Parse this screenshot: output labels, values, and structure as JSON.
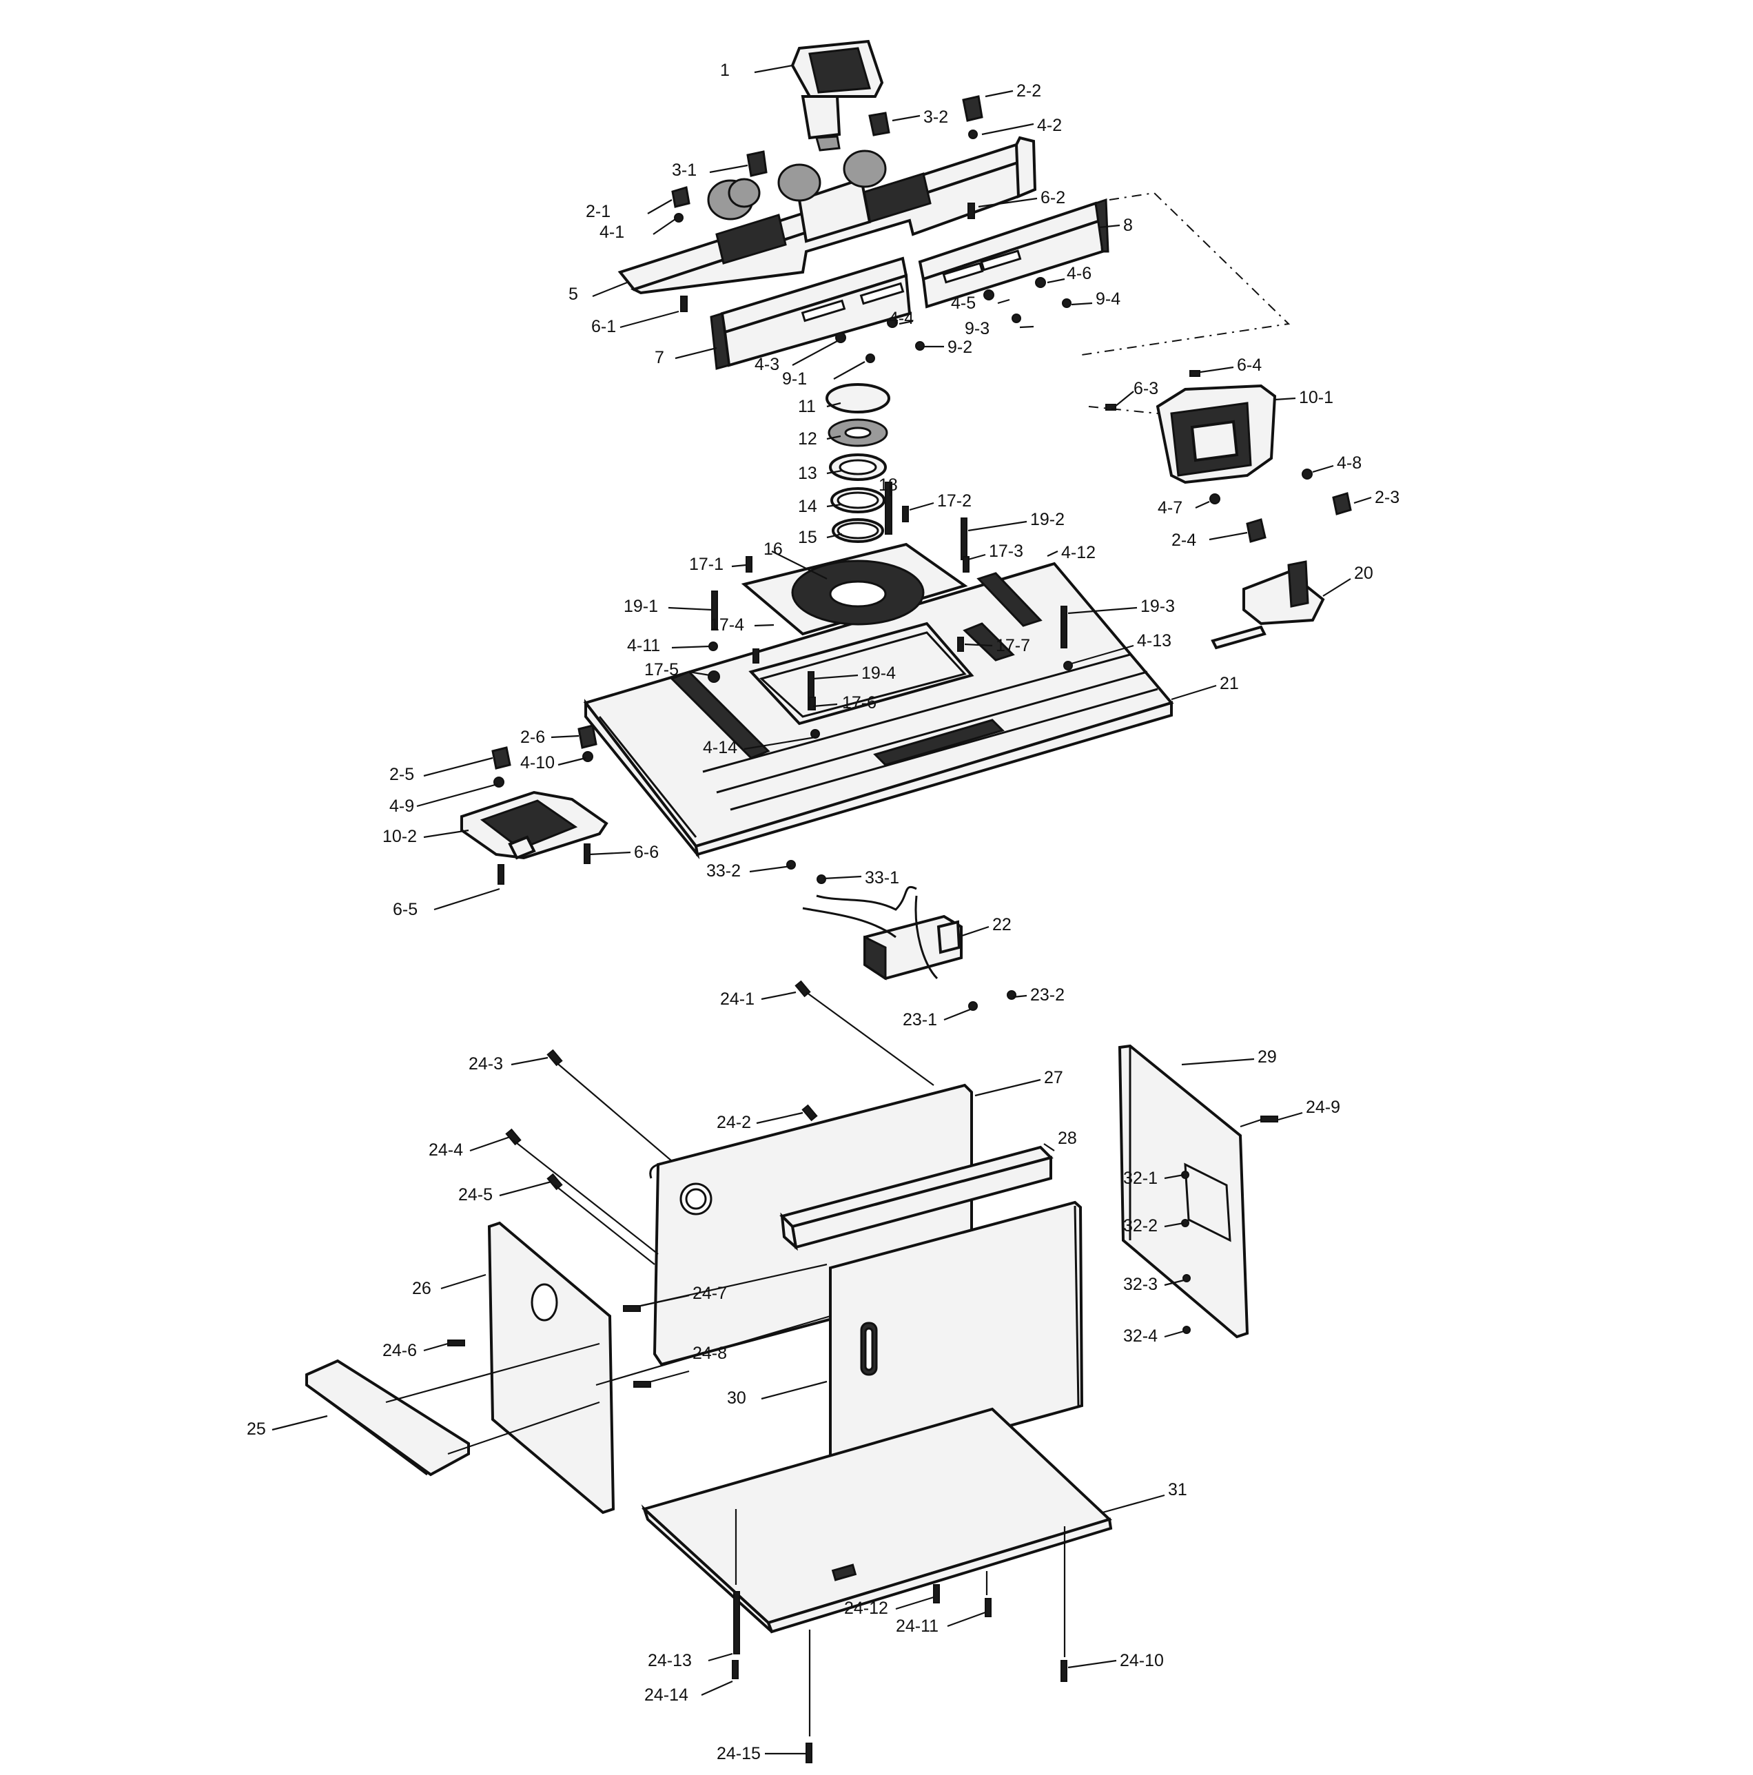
{
  "callouts": [
    {
      "id": "c-1",
      "text": "1"
    },
    {
      "id": "c-2-2",
      "text": "2-2"
    },
    {
      "id": "c-3-2",
      "text": "3-2"
    },
    {
      "id": "c-4-2",
      "text": "4-2"
    },
    {
      "id": "c-3-1",
      "text": "3-1"
    },
    {
      "id": "c-2-1",
      "text": "2-1"
    },
    {
      "id": "c-4-1",
      "text": "4-1"
    },
    {
      "id": "c-6-2",
      "text": "6-2"
    },
    {
      "id": "c-8",
      "text": "8"
    },
    {
      "id": "c-5",
      "text": "5"
    },
    {
      "id": "c-4-6",
      "text": "4-6"
    },
    {
      "id": "c-4-5",
      "text": "4-5"
    },
    {
      "id": "c-9-4",
      "text": "9-4"
    },
    {
      "id": "c-6-1",
      "text": "6-1"
    },
    {
      "id": "c-4-4",
      "text": "4-4"
    },
    {
      "id": "c-9-3",
      "text": "9-3"
    },
    {
      "id": "c-7",
      "text": "7"
    },
    {
      "id": "c-9-2",
      "text": "9-2"
    },
    {
      "id": "c-4-3",
      "text": "4-3"
    },
    {
      "id": "c-9-1",
      "text": "9-1"
    },
    {
      "id": "c-6-4",
      "text": "6-4"
    },
    {
      "id": "c-6-3",
      "text": "6-3"
    },
    {
      "id": "c-10-1",
      "text": "10-1"
    },
    {
      "id": "c-11",
      "text": "11"
    },
    {
      "id": "c-12",
      "text": "12"
    },
    {
      "id": "c-13",
      "text": "13"
    },
    {
      "id": "c-4-8",
      "text": "4-8"
    },
    {
      "id": "c-14",
      "text": "14"
    },
    {
      "id": "c-18",
      "text": "18"
    },
    {
      "id": "c-17-2",
      "text": "17-2"
    },
    {
      "id": "c-2-3",
      "text": "2-3"
    },
    {
      "id": "c-4-7",
      "text": "4-7"
    },
    {
      "id": "c-15",
      "text": "15"
    },
    {
      "id": "c-19-2",
      "text": "19-2"
    },
    {
      "id": "c-2-4",
      "text": "2-4"
    },
    {
      "id": "c-17-1",
      "text": "17-1"
    },
    {
      "id": "c-16",
      "text": "16"
    },
    {
      "id": "c-17-3",
      "text": "17-3"
    },
    {
      "id": "c-4-12",
      "text": "4-12"
    },
    {
      "id": "c-20",
      "text": "20"
    },
    {
      "id": "c-19-1",
      "text": "19-1"
    },
    {
      "id": "c-19-3",
      "text": "19-3"
    },
    {
      "id": "c-17-4",
      "text": "17-4"
    },
    {
      "id": "c-4-11",
      "text": "4-11"
    },
    {
      "id": "c-17-7",
      "text": "17-7"
    },
    {
      "id": "c-4-13",
      "text": "4-13"
    },
    {
      "id": "c-17-5",
      "text": "17-5"
    },
    {
      "id": "c-19-4",
      "text": "19-4"
    },
    {
      "id": "c-21",
      "text": "21"
    },
    {
      "id": "c-17-6",
      "text": "17-6"
    },
    {
      "id": "c-2-6",
      "text": "2-6"
    },
    {
      "id": "c-4-14",
      "text": "4-14"
    },
    {
      "id": "c-2-5",
      "text": "2-5"
    },
    {
      "id": "c-4-10",
      "text": "4-10"
    },
    {
      "id": "c-4-9",
      "text": "4-9"
    },
    {
      "id": "c-10-2",
      "text": "10-2"
    },
    {
      "id": "c-33-1",
      "text": "33-1"
    },
    {
      "id": "c-6-6",
      "text": "6-6"
    },
    {
      "id": "c-33-2",
      "text": "33-2"
    },
    {
      "id": "c-6-5",
      "text": "6-5"
    },
    {
      "id": "c-22",
      "text": "22"
    },
    {
      "id": "c-24-1",
      "text": "24-1"
    },
    {
      "id": "c-23-2",
      "text": "23-2"
    },
    {
      "id": "c-23-1",
      "text": "23-1"
    },
    {
      "id": "c-29",
      "text": "29"
    },
    {
      "id": "c-24-3",
      "text": "24-3"
    },
    {
      "id": "c-27",
      "text": "27"
    },
    {
      "id": "c-24-9",
      "text": "24-9"
    },
    {
      "id": "c-24-2",
      "text": "24-2"
    },
    {
      "id": "c-28",
      "text": "28"
    },
    {
      "id": "c-24-4",
      "text": "24-4"
    },
    {
      "id": "c-32-1",
      "text": "32-1"
    },
    {
      "id": "c-24-5",
      "text": "24-5"
    },
    {
      "id": "c-32-2",
      "text": "32-2"
    },
    {
      "id": "c-26",
      "text": "26"
    },
    {
      "id": "c-32-3",
      "text": "32-3"
    },
    {
      "id": "c-24-7",
      "text": "24-7"
    },
    {
      "id": "c-32-4",
      "text": "32-4"
    },
    {
      "id": "c-24-6",
      "text": "24-6"
    },
    {
      "id": "c-24-8",
      "text": "24-8"
    },
    {
      "id": "c-30",
      "text": "30"
    },
    {
      "id": "c-25",
      "text": "25"
    },
    {
      "id": "c-31",
      "text": "31"
    },
    {
      "id": "c-24-12",
      "text": "24-12"
    },
    {
      "id": "c-24-11",
      "text": "24-11"
    },
    {
      "id": "c-24-13",
      "text": "24-13"
    },
    {
      "id": "c-24-10",
      "text": "24-10"
    },
    {
      "id": "c-24-14",
      "text": "24-14"
    },
    {
      "id": "c-24-15",
      "text": "24-15"
    }
  ]
}
